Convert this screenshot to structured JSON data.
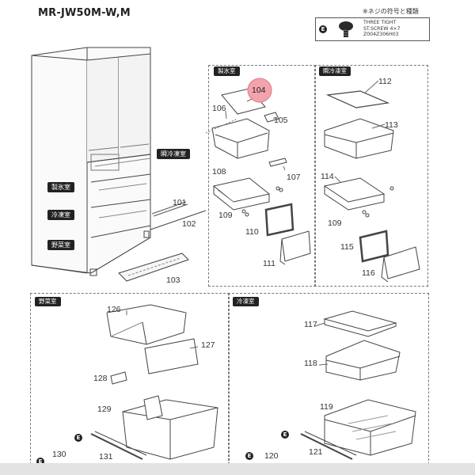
{
  "header": {
    "model": "MR-JW50M-W,M",
    "note": "※ネジの符号と種類"
  },
  "screw_legend": {
    "badge": "E",
    "line1": "THREE TIGHT",
    "line2": "ST.SCREW 4×7",
    "line3": "Z004Z306H03"
  },
  "fridge_labels": {
    "ice": "製氷室",
    "instant": "瞬冷凍室",
    "freezer": "冷凍室",
    "vegetable": "野菜室"
  },
  "sections": {
    "ice_room": "製氷室",
    "instant_room": "瞬冷凍室",
    "vegetable_room": "野菜室",
    "freezer_room": "冷凍室"
  },
  "highlight_part": "104",
  "parts": {
    "p101": "101",
    "p102": "102",
    "p103": "103",
    "p105": "105",
    "p106": "106",
    "p107": "107",
    "p108": "108",
    "p109a": "109",
    "p110": "110",
    "p111": "111",
    "p112": "112",
    "p113": "113",
    "p114": "114",
    "p109b": "109",
    "p115": "115",
    "p116": "116",
    "p117": "117",
    "p118": "118",
    "p119": "119",
    "p120": "120",
    "p121": "121",
    "p126": "126",
    "p127": "127",
    "p128": "128",
    "p129": "129",
    "p130": "130",
    "p131": "131"
  },
  "screw_badge": "E",
  "colors": {
    "highlight": "#f2a3ad",
    "label_bg": "#222222",
    "line": "#333333"
  }
}
